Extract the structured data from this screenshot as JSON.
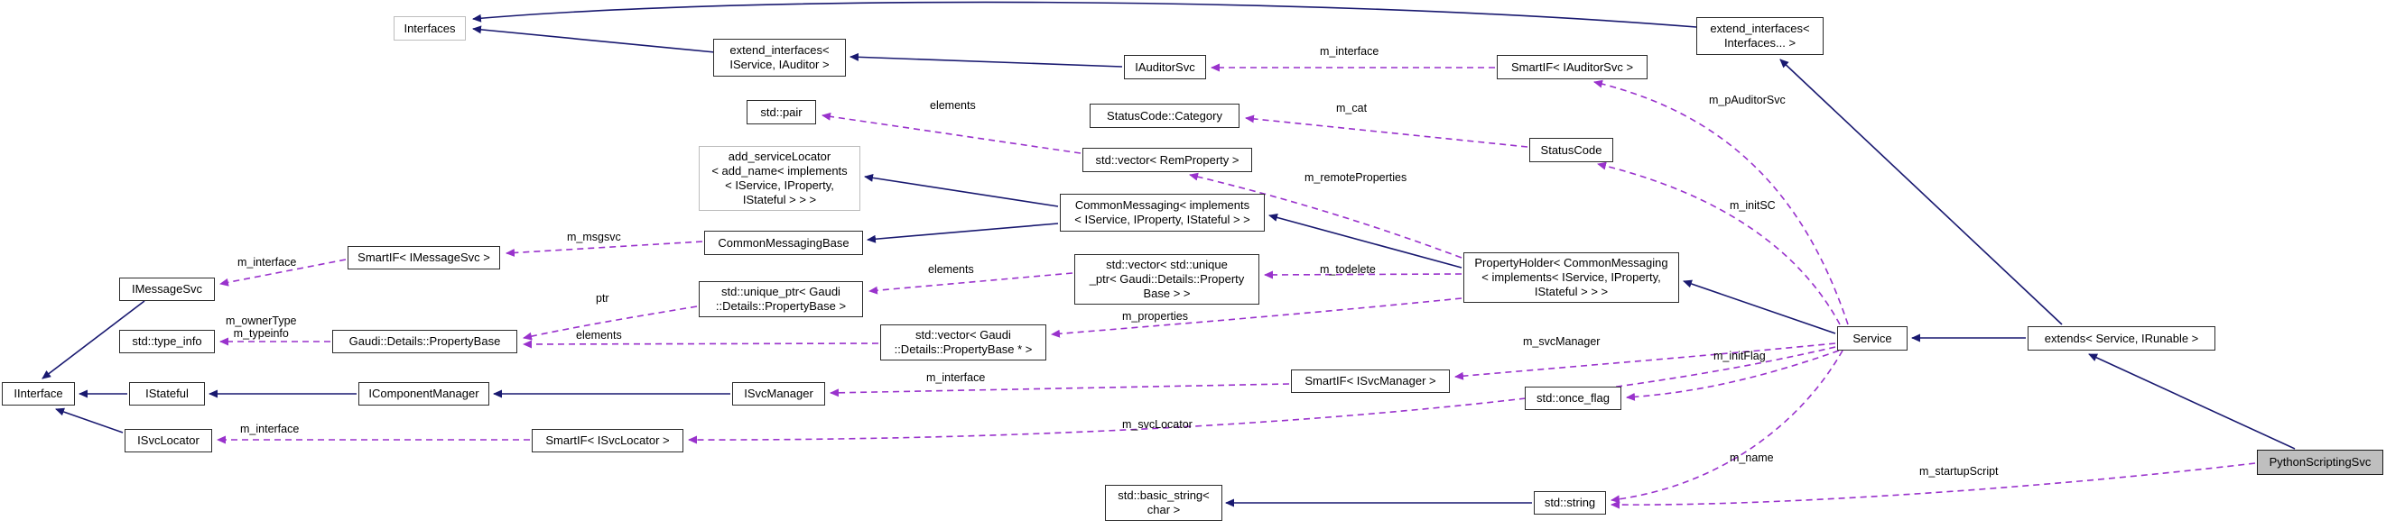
{
  "diagram": {
    "type": "doxygen-collaboration-graph",
    "main_class": "PythonScriptingSvc",
    "colors": {
      "inheritance_edge": "#191970",
      "usage_edge": "#9932CC",
      "node_background": "#ffffff",
      "node_border": "#2b2b2b",
      "pale_node_border": "#bdbdbd",
      "highlight_node_background": "#bfbfbf"
    },
    "nodes": [
      {
        "id": "interfaces",
        "label": "Interfaces"
      },
      {
        "id": "extend-iservice-iauditor",
        "label": "extend_interfaces<\nIService, IAuditor >"
      },
      {
        "id": "iauditorsvc",
        "label": "IAuditorSvc"
      },
      {
        "id": "smartif-iauditorsvc",
        "label": "SmartIF< IAuditorSvc >"
      },
      {
        "id": "extend-interfaces-var",
        "label": "extend_interfaces<\nInterfaces... >"
      },
      {
        "id": "std-pair",
        "label": "std::pair"
      },
      {
        "id": "statuscode-category",
        "label": "StatusCode::Category"
      },
      {
        "id": "vector-remproperty",
        "label": "std::vector< RemProperty >"
      },
      {
        "id": "statuscode",
        "label": "StatusCode"
      },
      {
        "id": "add-servicelocator",
        "label": "add_serviceLocator\n< add_name< implements\n< IService, IProperty,\nIStateful > > >"
      },
      {
        "id": "commonmessaging",
        "label": "CommonMessaging< implements\n< IService, IProperty, IStateful > >"
      },
      {
        "id": "commonmessagingbase",
        "label": "CommonMessagingBase"
      },
      {
        "id": "smartif-imessagesvc",
        "label": "SmartIF< IMessageSvc >"
      },
      {
        "id": "propertyholder",
        "label": "PropertyHolder< CommonMessaging\n< implements< IService, IProperty,\nIStateful > > >"
      },
      {
        "id": "vector-uniqueptr",
        "label": "std::vector< std::unique\n_ptr< Gaudi::Details::Property\nBase > >"
      },
      {
        "id": "imessagesvc",
        "label": "IMessageSvc"
      },
      {
        "id": "unique-ptr-propertybase",
        "label": "std::unique_ptr< Gaudi\n::Details::PropertyBase >"
      },
      {
        "id": "std-type-info",
        "label": "std::type_info"
      },
      {
        "id": "gaudi-propertybase",
        "label": "Gaudi::Details::PropertyBase"
      },
      {
        "id": "vector-propertybase-ptr",
        "label": "std::vector< Gaudi\n::Details::PropertyBase * >"
      },
      {
        "id": "service",
        "label": "Service"
      },
      {
        "id": "extends-service-irunable",
        "label": "extends< Service, IRunable >"
      },
      {
        "id": "iinterface",
        "label": "IInterface"
      },
      {
        "id": "istateful",
        "label": "IStateful"
      },
      {
        "id": "icomponentmanager",
        "label": "IComponentManager"
      },
      {
        "id": "isvcmanager",
        "label": "ISvcManager"
      },
      {
        "id": "smartif-isvcmanager",
        "label": "SmartIF< ISvcManager >"
      },
      {
        "id": "std-once-flag",
        "label": "std::once_flag"
      },
      {
        "id": "isvclocator",
        "label": "ISvcLocator"
      },
      {
        "id": "smartif-isvclocator",
        "label": "SmartIF< ISvcLocator >"
      },
      {
        "id": "std-basic-string",
        "label": "std::basic_string<\nchar >"
      },
      {
        "id": "std-string",
        "label": "std::string"
      },
      {
        "id": "pythonscriptingsvc",
        "label": "PythonScriptingSvc"
      }
    ],
    "edge_labels": [
      {
        "text": "m_interface"
      },
      {
        "text": "m_pAuditorSvc"
      },
      {
        "text": "elements"
      },
      {
        "text": "m_cat"
      },
      {
        "text": "m_remoteProperties"
      },
      {
        "text": "m_initSC"
      },
      {
        "text": "m_msgsvc"
      },
      {
        "text": "m_interface"
      },
      {
        "text": "elements"
      },
      {
        "text": "m_todelete"
      },
      {
        "text": "ptr"
      },
      {
        "text": "m_ownerType\nm_typeinfo"
      },
      {
        "text": "elements"
      },
      {
        "text": "m_properties"
      },
      {
        "text": "m_svcManager"
      },
      {
        "text": "m_initFlag"
      },
      {
        "text": "m_interface"
      },
      {
        "text": "m_svcLocator"
      },
      {
        "text": "m_interface"
      },
      {
        "text": "m_name"
      },
      {
        "text": "m_startupScript"
      }
    ]
  }
}
